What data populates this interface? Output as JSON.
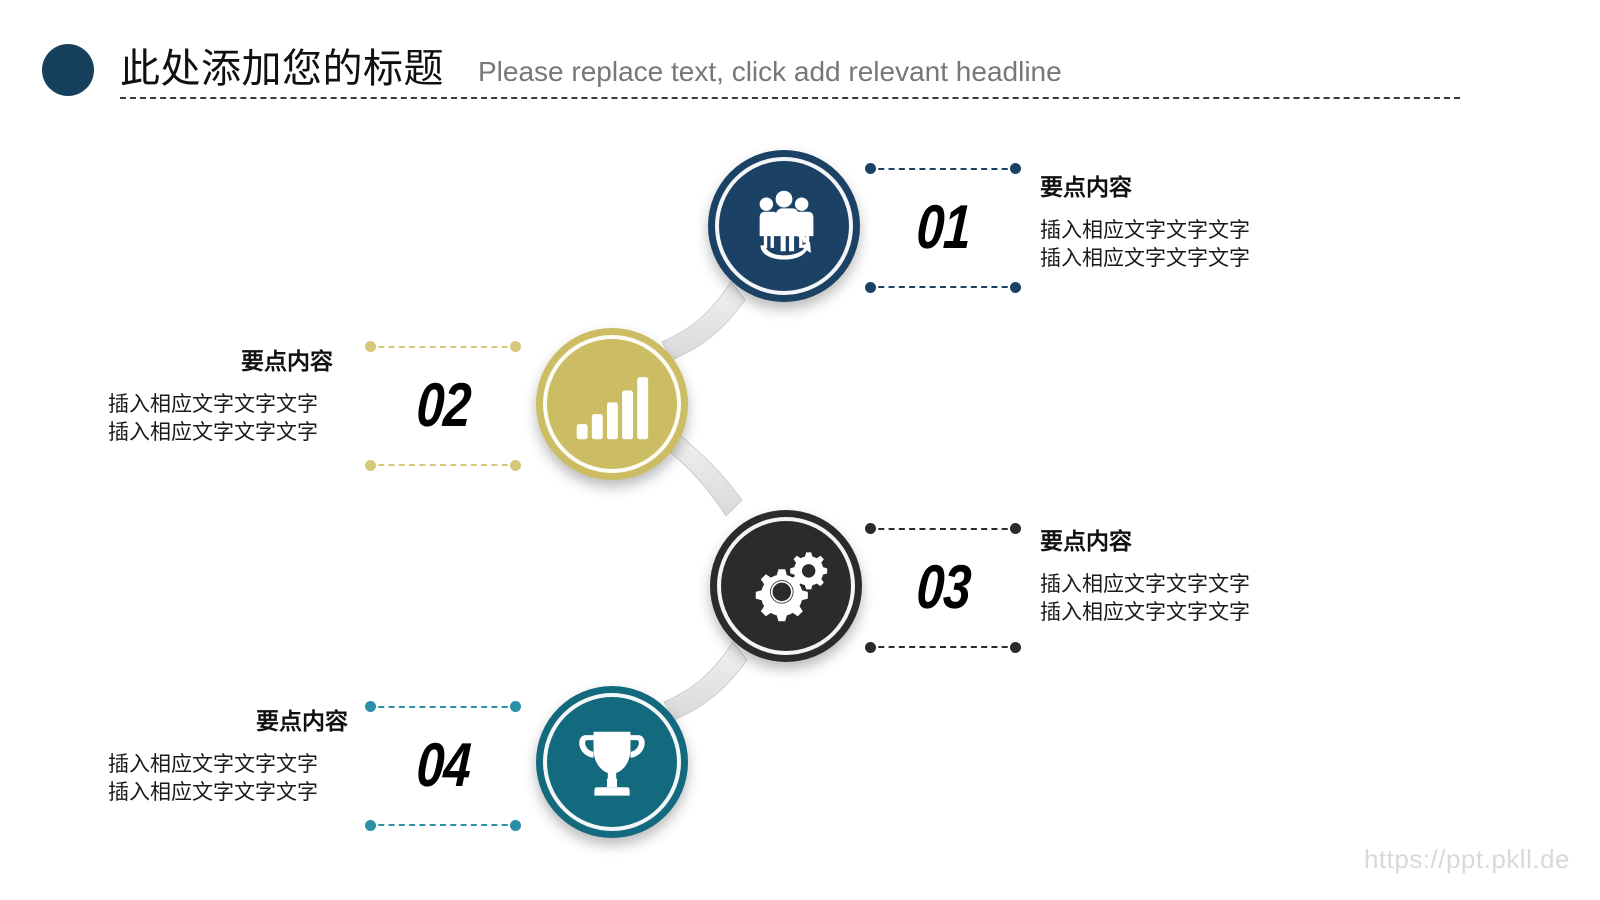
{
  "header": {
    "bullet_icon": "filled-circle-bullet",
    "title_cn": "此处添加您的标题",
    "title_en": "Please replace text, click add relevant headline",
    "accent_color": "#17405E"
  },
  "diagram": {
    "type": "circular-node-process",
    "nodes": [
      {
        "number": "01",
        "icon": "people-group-icon",
        "color": "#1B4264",
        "side": "right",
        "title": "要点内容",
        "lines": [
          "插入相应文字文字文字",
          "插入相应文字文字文字"
        ]
      },
      {
        "number": "02",
        "icon": "bar-chart-icon",
        "color": "#CCBC63",
        "side": "left",
        "title": "要点内容",
        "lines": [
          "插入相应文字文字文字",
          "插入相应文字文字文字"
        ]
      },
      {
        "number": "03",
        "icon": "gears-icon",
        "color": "#2B2B29",
        "side": "right",
        "title": "要点内容",
        "lines": [
          "插入相应文字文字文字",
          "插入相应文字文字文字"
        ]
      },
      {
        "number": "04",
        "icon": "trophy-icon",
        "color": "#13697D",
        "side": "left",
        "title": "要点内容",
        "lines": [
          "插入相应文字文字文字",
          "插入相应文字文字文字"
        ]
      }
    ]
  },
  "watermark": {
    "text": "https://ppt.pkll.de"
  }
}
